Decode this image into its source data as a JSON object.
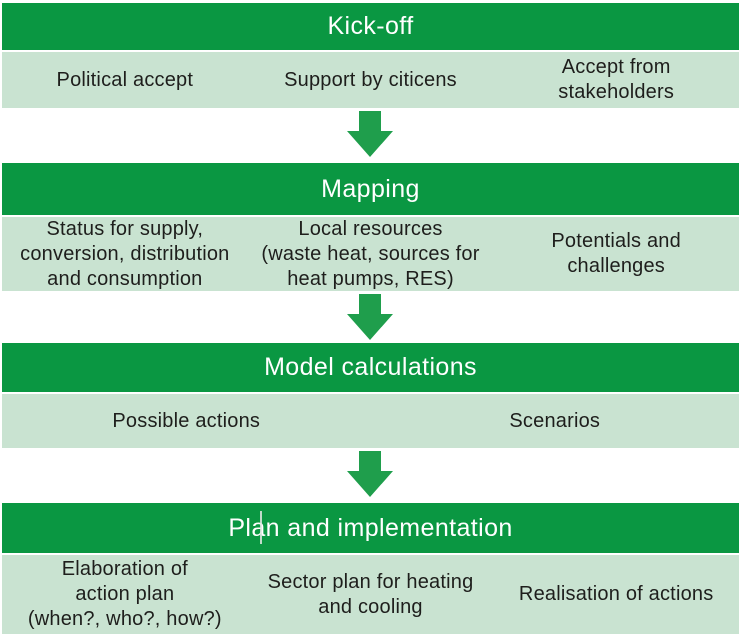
{
  "colors": {
    "header_green": "#0a9742",
    "arrow_green": "#1f9e4c",
    "light_green": "#c9e3d1",
    "header_text": "#ffffff",
    "body_text": "#1e1e1c"
  },
  "sections": [
    {
      "title": "Kick-off",
      "items": [
        "Political accept",
        "Support by citicens",
        "Accept from\nstakeholders"
      ]
    },
    {
      "title": "Mapping",
      "items": [
        "Status for supply,\nconversion, distribution\nand consumption",
        "Local resources\n(waste heat, sources for\nheat pumps, RES)",
        "Potentials and\nchallenges"
      ]
    },
    {
      "title": "Model calculations",
      "items": [
        "Possible actions",
        "Scenarios"
      ]
    },
    {
      "title": "Plan and implementation",
      "items": [
        "Elaboration of\naction plan\n(when?, who?, how?)",
        "Sector plan for heating\nand cooling",
        "Realisation of actions"
      ]
    }
  ]
}
